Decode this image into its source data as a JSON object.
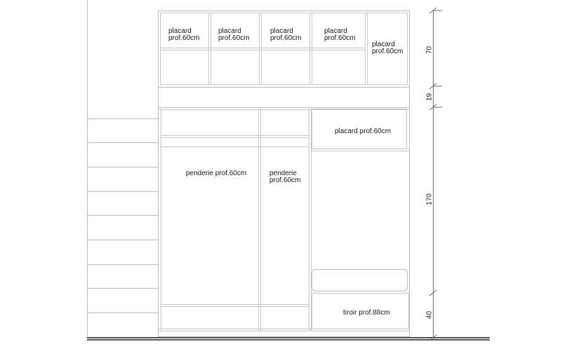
{
  "drawing": {
    "type": "furniture elevation",
    "labels": {
      "upper_1": [
        "placard",
        "prof.60cm"
      ],
      "upper_2": [
        "placard",
        "prof.60cm"
      ],
      "upper_3": [
        "placard",
        "prof.60cm"
      ],
      "upper_4": [
        "placard",
        "prof.60cm"
      ],
      "upper_5": [
        "placard",
        "prof.60cm"
      ],
      "mid_right": "placard prof.60cm",
      "penderie_left": "penderie prof.60cm",
      "penderie_mid": [
        "penderie",
        "prof.60cm"
      ],
      "tiroir": "tiroir prof.88cm"
    },
    "dimensions": {
      "d1": "70",
      "d2": "19",
      "d3": "170",
      "d4": "40"
    },
    "colors": {
      "line": "#bdbdbd",
      "dimension_line": "#6e6e6e",
      "floor_line": "#222222"
    }
  }
}
